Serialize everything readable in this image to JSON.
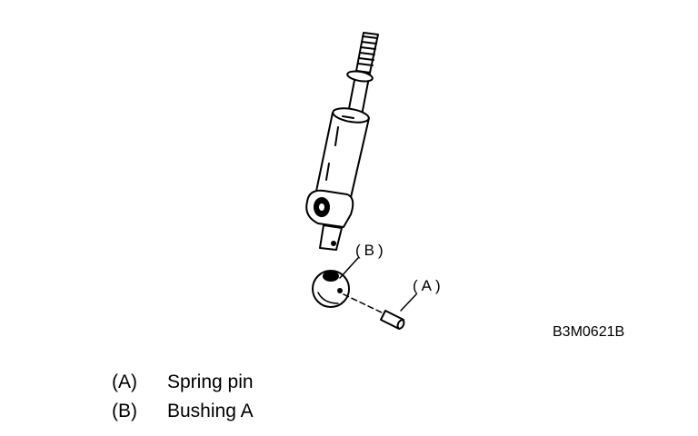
{
  "callouts": {
    "b": "(B)",
    "a": "(A)"
  },
  "figure_code": "B3M0621B",
  "legend": [
    {
      "key": "(A)",
      "text": "Spring pin"
    },
    {
      "key": "(B)",
      "text": "Bushing A"
    }
  ]
}
